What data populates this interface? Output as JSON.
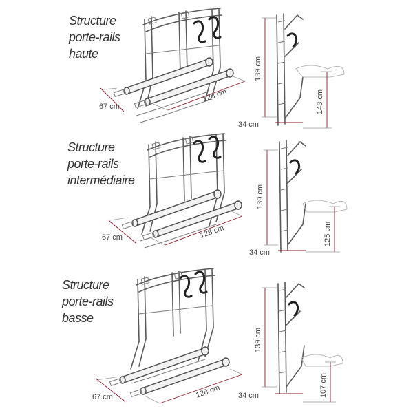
{
  "sections": [
    {
      "title_lines": [
        "Structure",
        "porte-rails",
        "haute"
      ],
      "depth": "67 cm",
      "width": "128 cm",
      "height": "139 cm",
      "base": "34 cm",
      "mount_height": "143 cm"
    },
    {
      "title_lines": [
        "Structure",
        "porte-rails",
        "intermédiaire"
      ],
      "depth": "67 cm",
      "width": "128 cm",
      "height": "139 cm",
      "base": "34 cm",
      "mount_height": "125 cm"
    },
    {
      "title_lines": [
        "Structure",
        "porte-rails",
        "basse"
      ],
      "depth": "67 cm",
      "width": "128 cm",
      "height": "139 cm",
      "base": "34 cm",
      "mount_height": "107 cm"
    }
  ]
}
